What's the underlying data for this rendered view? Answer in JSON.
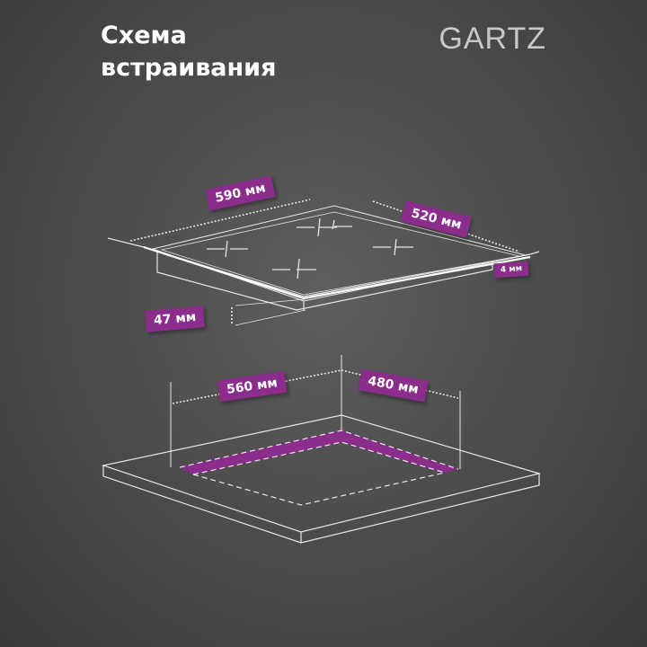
{
  "title": {
    "line1": "Схема",
    "line2": "встраивания"
  },
  "brand": "GARTZ",
  "accent_color": "#8b2d8b",
  "hob": {
    "width": "590 мм",
    "depth": "520 мм",
    "glass": "4 мм",
    "height": "47 мм"
  },
  "cutout": {
    "width": "560 мм",
    "depth": "480 мм"
  }
}
